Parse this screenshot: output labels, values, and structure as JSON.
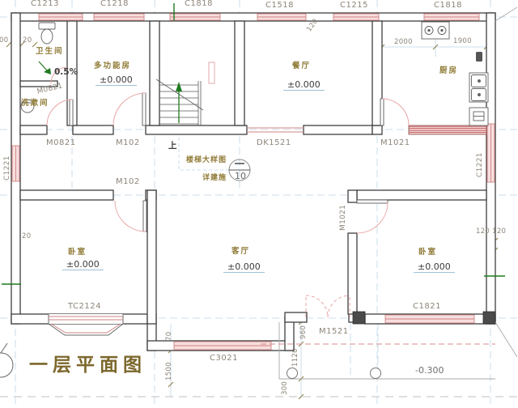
{
  "title": "一层平面图",
  "rooms": {
    "bathroom": "卫生间",
    "washroom": "洗漱间",
    "multi": "多功能房",
    "dining": "餐厅",
    "kitchen": "厨房",
    "bedroom_left": "卧室",
    "living": "客厅",
    "bedroom_right": "卧室"
  },
  "levels": {
    "zero": "±0.000",
    "porch": "-0.300"
  },
  "windows": {
    "w1": "C1213",
    "w2": "C1218",
    "w3": "C1818",
    "w4": "C1518",
    "w5": "C1215",
    "w6": "C1818",
    "left": "C1221",
    "right": "C1221",
    "bay": "TC2124",
    "living": "C3021",
    "bedroom": "C1821"
  },
  "doors": {
    "d1": "M0821",
    "d2": "M102",
    "d3": "DK1521",
    "d4": "M1021",
    "d5": "M102",
    "d6": "M1021",
    "wash": "M0821",
    "entry": "M1521"
  },
  "stairs": {
    "up": "上",
    "note_line1": "楼梯大样图",
    "note_line2": "详建施",
    "detail_no": "10"
  },
  "annotations": {
    "slope": "0.5%"
  },
  "dims": {
    "kitchen_left": "2000",
    "kitchen_right": "1900",
    "top_a": "00",
    "top_b": "20",
    "wall_left": "20",
    "wall_right": "120 120",
    "top_rot": "120",
    "porch_960": "960",
    "porch_1120": "1120",
    "porch_300": "300",
    "porch_1500": "1500",
    "porch_70": "70"
  },
  "colors": {
    "wall": "#3f3f3f",
    "window_pink": "#d98c8c",
    "axis_blue": "#b9d3e6",
    "green": "#1f7a1f",
    "label_olive": "#8f7a35",
    "code_gray": "#8d8579"
  }
}
